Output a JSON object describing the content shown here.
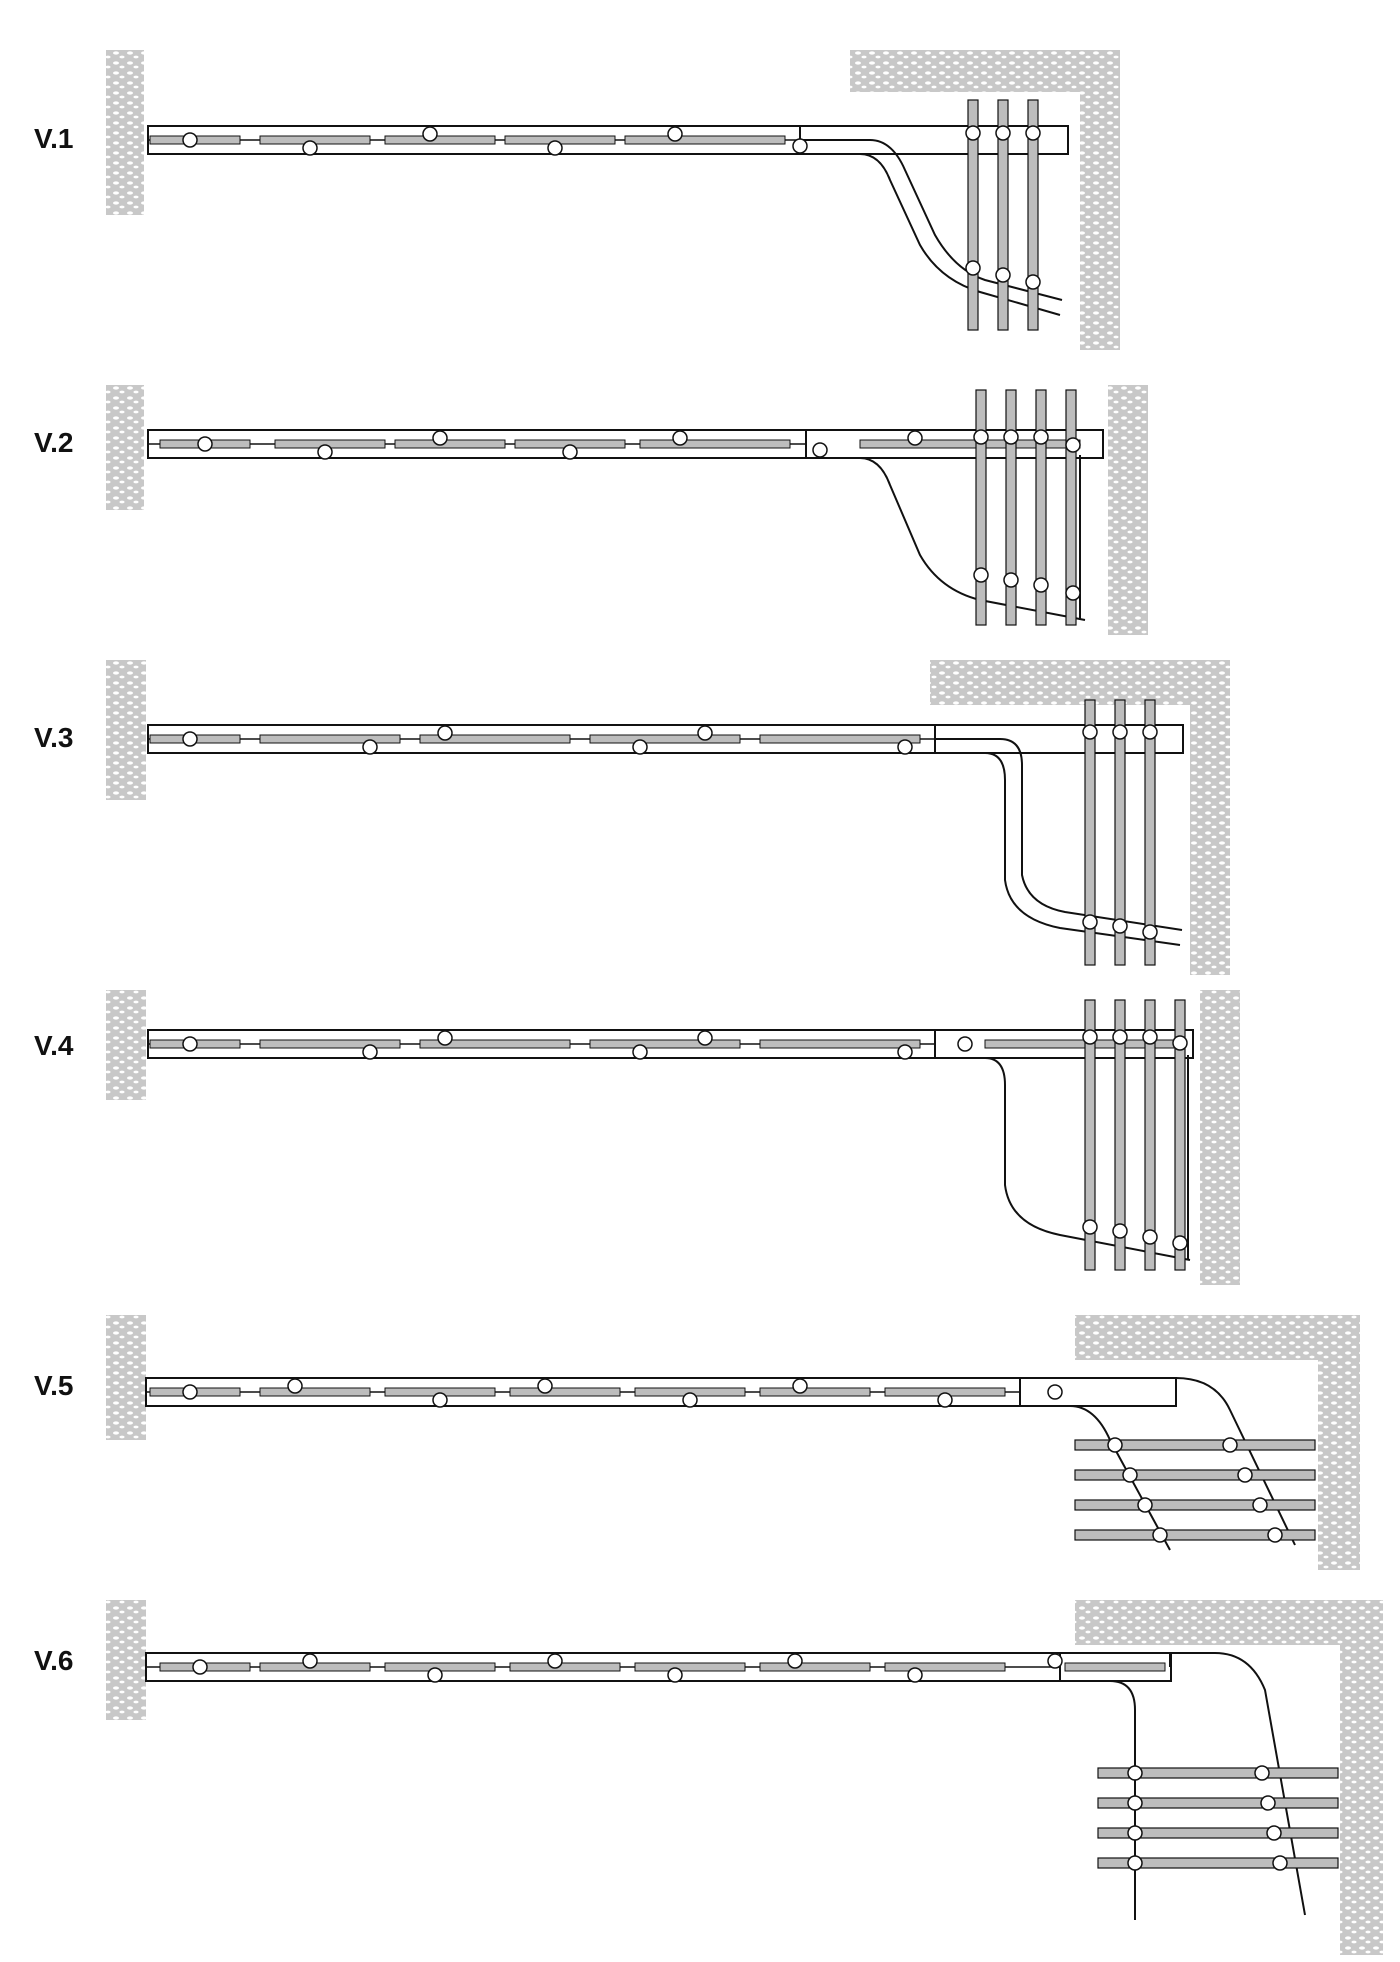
{
  "colors": {
    "rock_fill": "#c8c8c8",
    "rock_texture": "#ffffff",
    "line": "#111111",
    "rail_fill": "#bdbdbd",
    "background": "#ffffff"
  },
  "variants": [
    {
      "label": "V.1"
    },
    {
      "label": "V.2"
    },
    {
      "label": "V.3"
    },
    {
      "label": "V.4"
    },
    {
      "label": "V.5"
    },
    {
      "label": "V.6"
    }
  ]
}
